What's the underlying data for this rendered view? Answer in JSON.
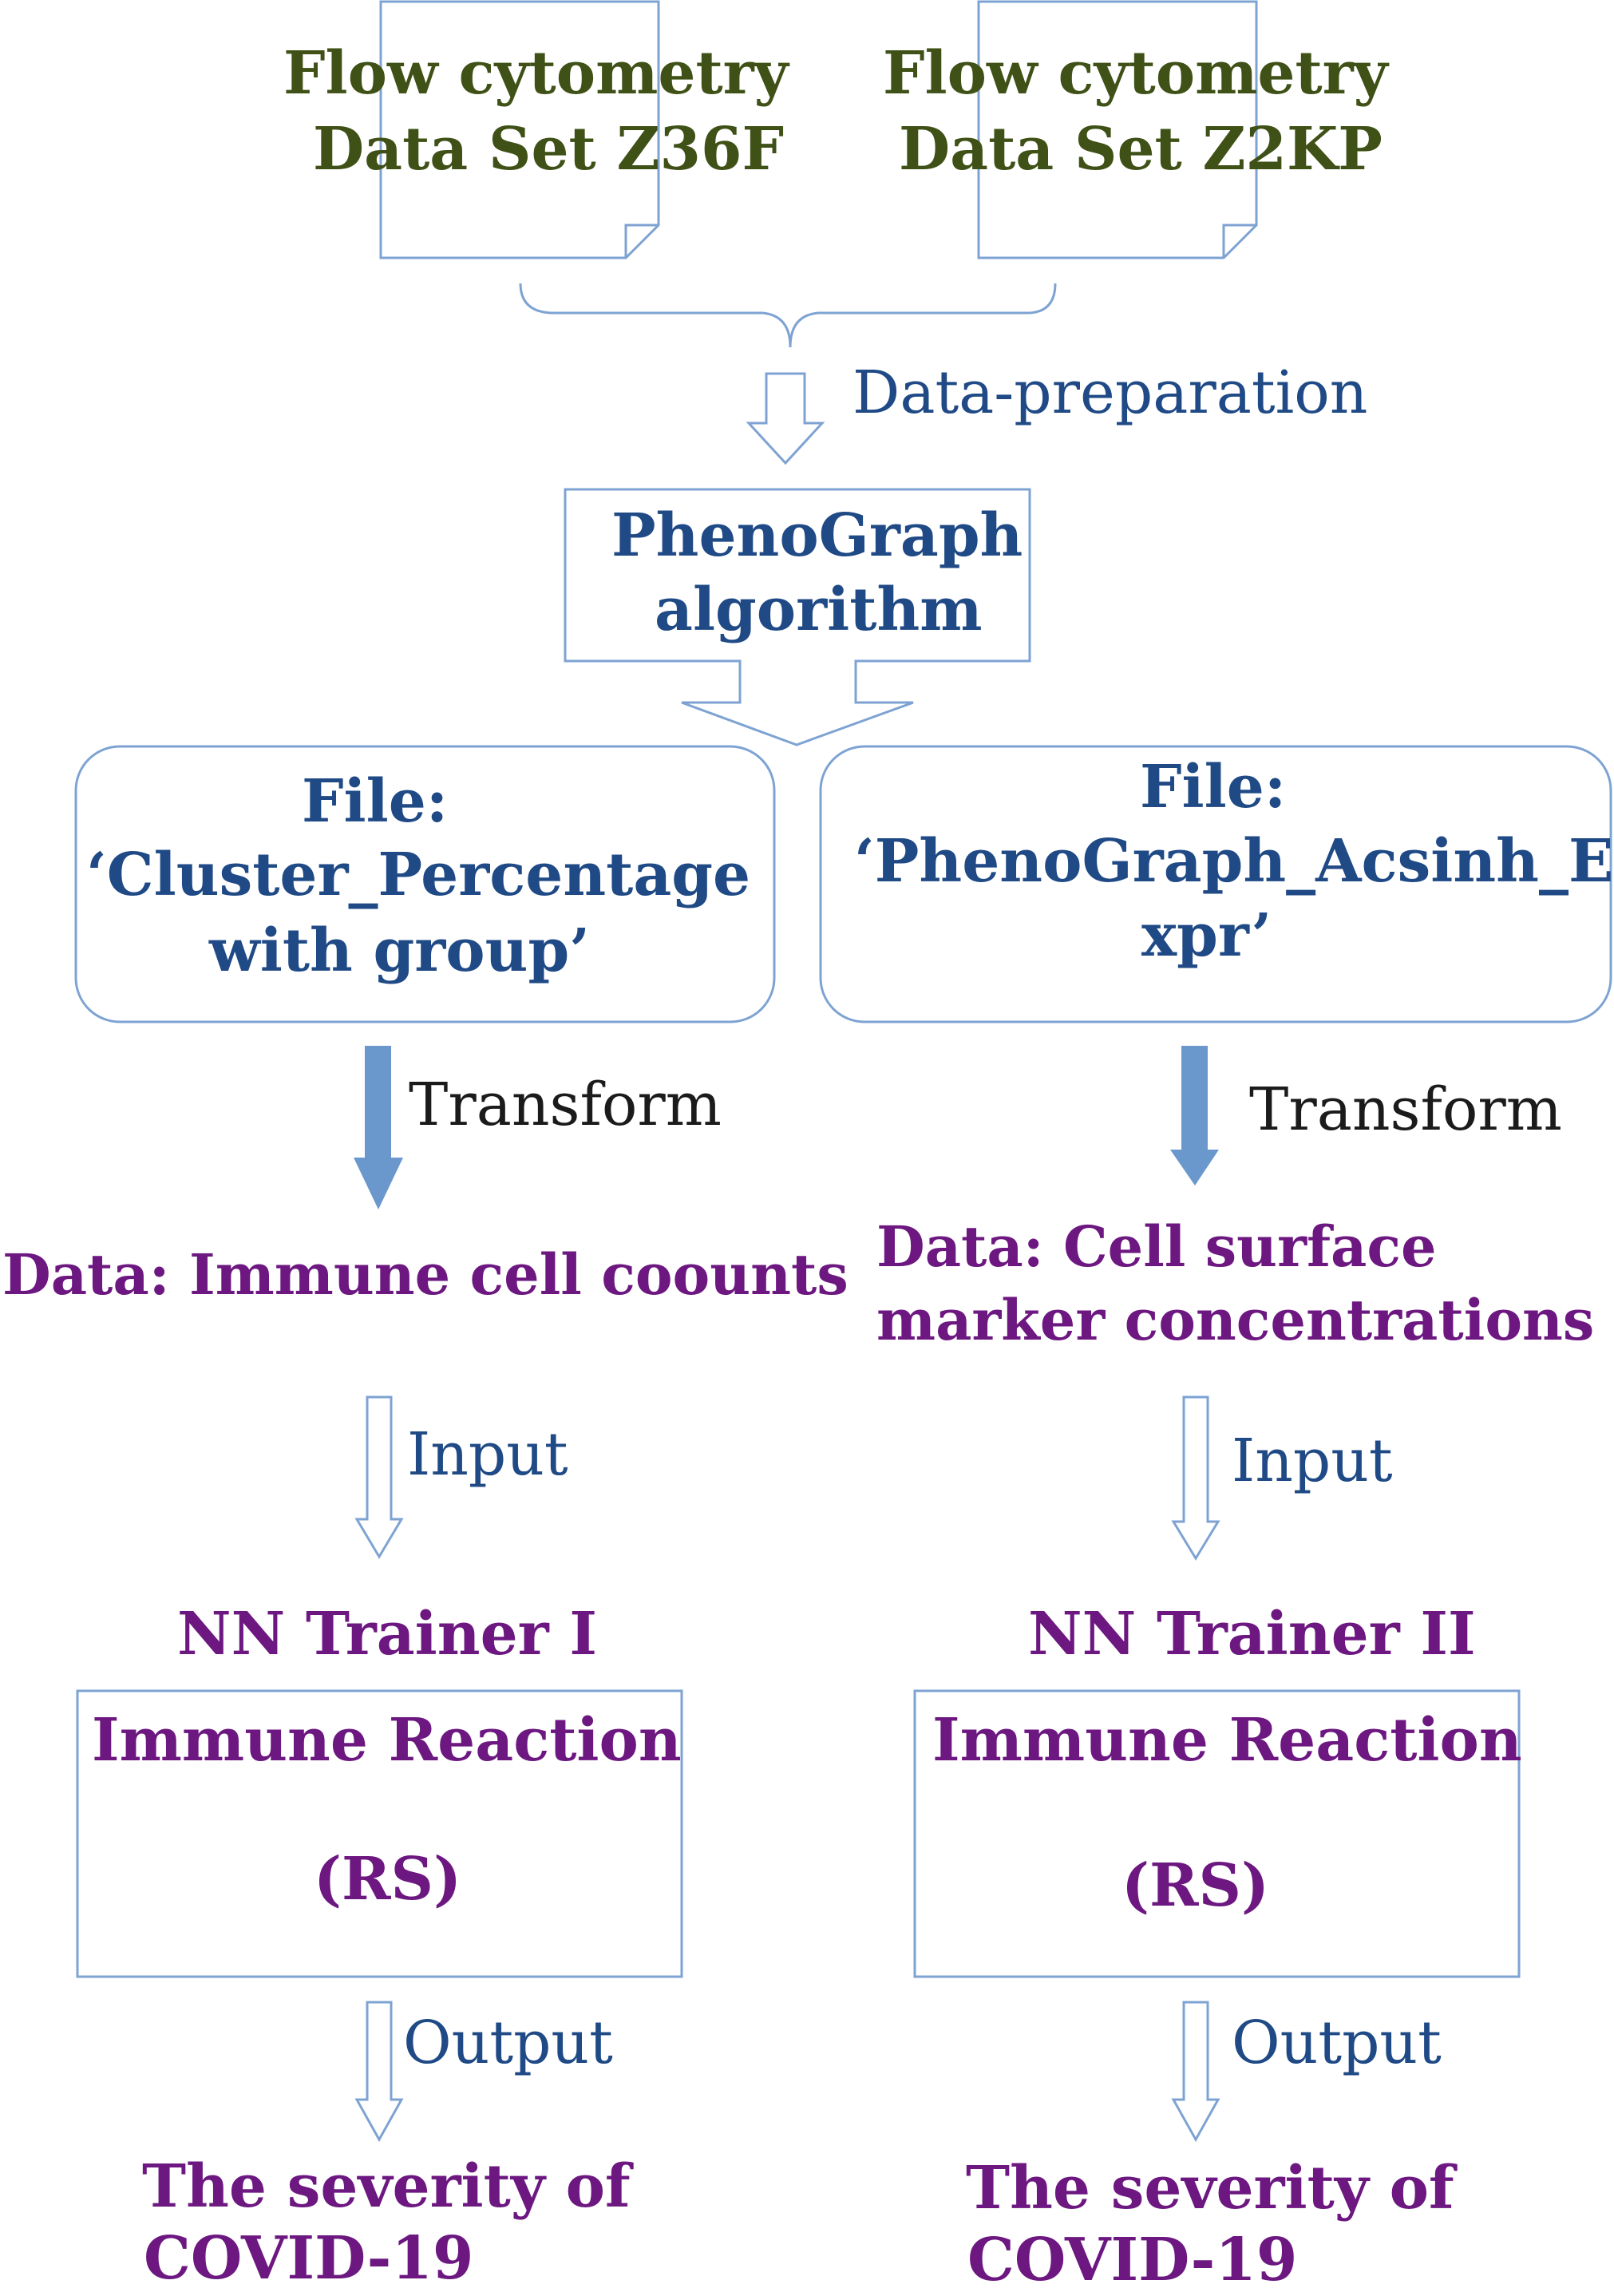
{
  "inputs": {
    "left": {
      "line1": "Flow cytometry",
      "line2": "Data Set Z36F"
    },
    "right": {
      "line1": "Flow cytometry",
      "line2": "Data Set Z2KP"
    }
  },
  "data_prep_label": "Data-preparation",
  "phenograph": {
    "line1": "PhenoGraph",
    "line2": "algorithm"
  },
  "files": {
    "left": {
      "line1": "File:",
      "line2": "‘Cluster_Percentage",
      "line3": "with group’"
    },
    "right": {
      "line1": "File:",
      "line2": "‘PhenoGraph_Acsinh_E",
      "line3": "xpr’"
    }
  },
  "transform_label": "Transform",
  "data": {
    "left": {
      "line1": "Data: Immune cell coounts"
    },
    "right": {
      "line1": "Data: Cell surface",
      "line2": "marker concentrations"
    }
  },
  "input_label": "Input",
  "trainers": {
    "left": {
      "title": "NN Trainer I",
      "line1": "Immune Reaction",
      "line2": "(RS)"
    },
    "right": {
      "title": "NN Trainer II",
      "line1": "Immune Reaction",
      "line2": "(RS)"
    }
  },
  "output_label": "Output",
  "results": {
    "left": {
      "line1": "The severity of",
      "line2": "COVID-19"
    },
    "right": {
      "line1": "The severity of",
      "line2": "COVID-19"
    }
  },
  "colors": {
    "outline": "#7ea3d3",
    "solid_arrow": "#6b98cc",
    "input_text": "#3f5116",
    "blue_text": "#1f4a86",
    "purple_text": "#6d1781"
  }
}
